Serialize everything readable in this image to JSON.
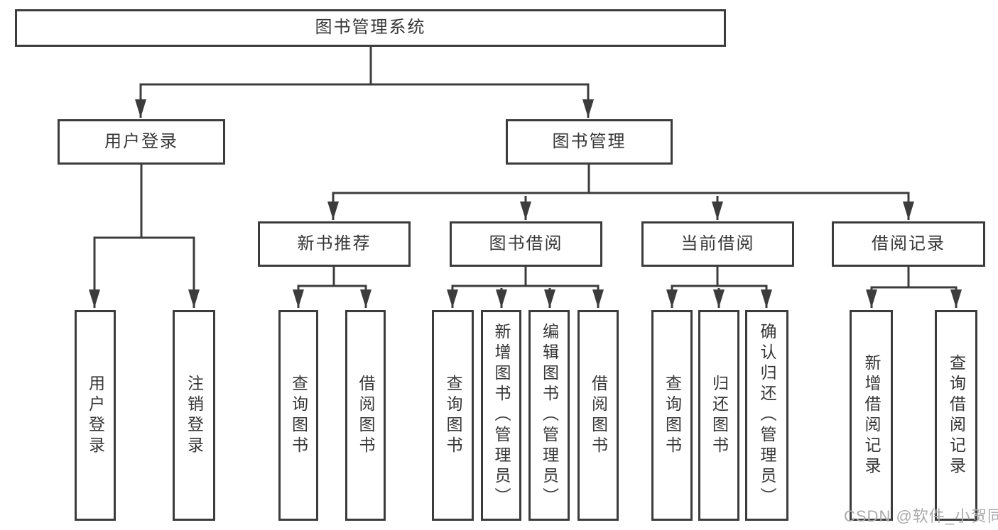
{
  "diagram": {
    "title": "图书管理系统",
    "branches": [
      {
        "label": "用户登录",
        "children": [
          {
            "label": "用户登录"
          },
          {
            "label": "注销登录"
          }
        ]
      },
      {
        "label": "图书管理",
        "children": [
          {
            "label": "新书推荐",
            "children": [
              {
                "label": "查询图书"
              },
              {
                "label": "借阅图书"
              }
            ]
          },
          {
            "label": "图书借阅",
            "children": [
              {
                "label": "查询图书"
              },
              {
                "label": "新增图书（管理员）"
              },
              {
                "label": "编辑图书（管理员）"
              },
              {
                "label": "借阅图书"
              }
            ]
          },
          {
            "label": "当前借阅",
            "children": [
              {
                "label": "查询图书"
              },
              {
                "label": "归还图书"
              },
              {
                "label": "确认归还（管理员）"
              }
            ]
          },
          {
            "label": "借阅记录",
            "children": [
              {
                "label": "新增借阅记录"
              },
              {
                "label": "查询借阅记录"
              }
            ]
          }
        ]
      }
    ]
  },
  "watermark": "CSDN @软件_小贺同学",
  "colors": {
    "line": "#3c3c3e",
    "text": "#363638",
    "watermark_text": "#aaaaae",
    "background": "#ffffff"
  }
}
